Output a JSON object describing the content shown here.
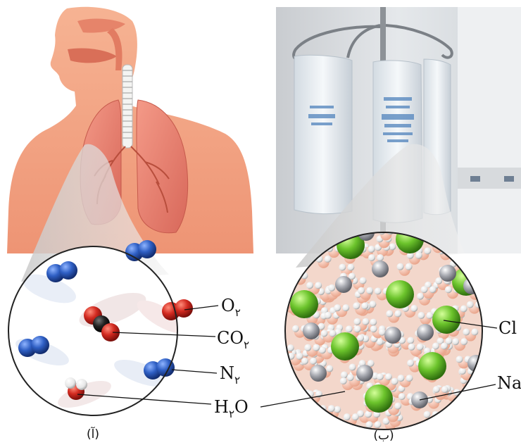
{
  "panels": {
    "left": {
      "caption": "(آ)",
      "labels": [
        {
          "main": "O",
          "sub": "۲"
        },
        {
          "main": "CO",
          "sub": "۲"
        },
        {
          "main": "N",
          "sub": "۲"
        }
      ]
    },
    "right": {
      "caption": "(ب)",
      "labels": [
        {
          "main": "Cl",
          "sub": ""
        },
        {
          "main": "Na",
          "sub": ""
        }
      ]
    },
    "shared_label": {
      "main": "H",
      "sub": "۲",
      "tail": "O"
    }
  },
  "colors": {
    "oxygen": "#c8241e",
    "nitrogen": "#2a57b8",
    "carbon": "#1a1a1a",
    "hydrogen": "#f2f2f2",
    "chlorine": "#6cc42c",
    "sodium": "#a8aab0",
    "skin": "#f1a07c",
    "lung": "#e6786a"
  }
}
